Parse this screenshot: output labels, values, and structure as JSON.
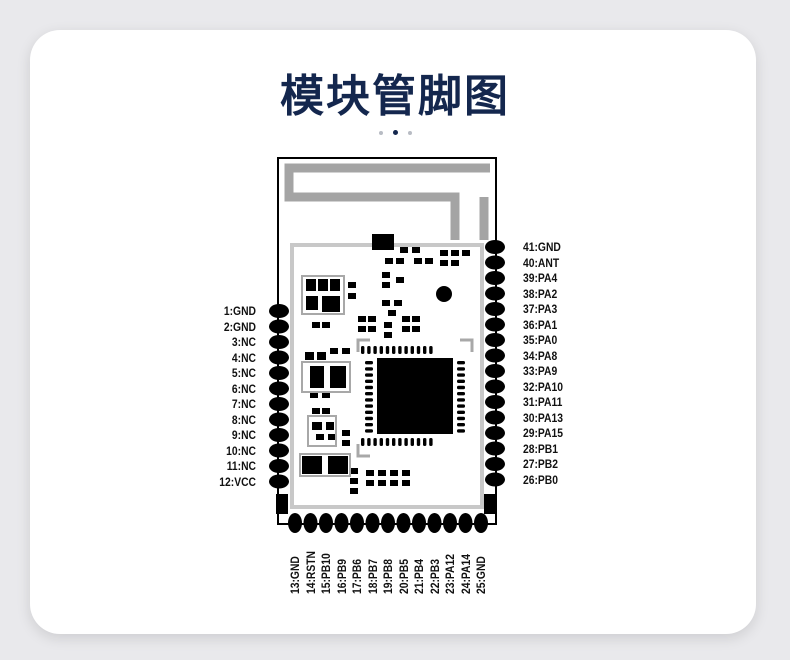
{
  "title": "模块管脚图",
  "carousel": {
    "count": 3,
    "active_index": 1
  },
  "pins_left": [
    "1:GND",
    "2:GND",
    "3:NC",
    "4:NC",
    "5:NC",
    "6:NC",
    "7:NC",
    "8:NC",
    "9:NC",
    "10:NC",
    "11:NC",
    "12:VCC"
  ],
  "pins_bottom": [
    "13:GND",
    "14:RSTN",
    "15:PB10",
    "16:PB9",
    "17:PB6",
    "18:PB7",
    "19:PB8",
    "20:PB5",
    "21:PB4",
    "22:PB3",
    "23:PA12",
    "24:PA14",
    "25:GND"
  ],
  "pins_right": [
    "41:GND",
    "40:ANT",
    "39:PA4",
    "38:PA2",
    "37:PA3",
    "36:PA1",
    "35:PA0",
    "34:PA8",
    "33:PA9",
    "32:PA10",
    "31:PA11",
    "30:PA13",
    "29:PA15",
    "28:PB1",
    "27:PB2",
    "26:PB0"
  ],
  "colors": {
    "title": "#14274e",
    "card": "#ffffff",
    "background": "#e9e9ec",
    "pad": "#000000",
    "antenna": "#a0a0a0"
  }
}
